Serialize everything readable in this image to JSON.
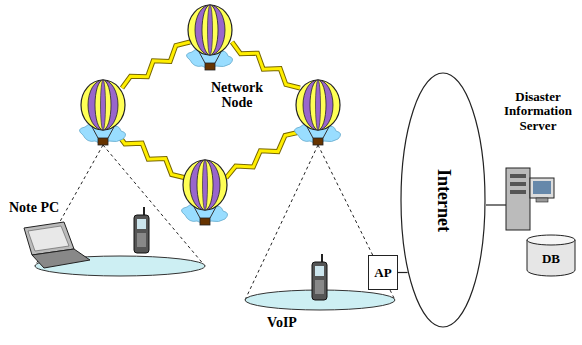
{
  "diagram": {
    "nodes": [
      {
        "text": [
          "AP"
        ]
      },
      {
        "text": [
          "Internet"
        ]
      },
      {
        "text": [
          "DB"
        ]
      }
    ],
    "edges": [
      {
        "from": 0,
        "to": 1,
        "arrow": "none"
      }
    ],
    "labels": [
      "Network Node",
      "Note PC",
      "VoIP",
      "Disaster Information Server"
    ]
  }
}
